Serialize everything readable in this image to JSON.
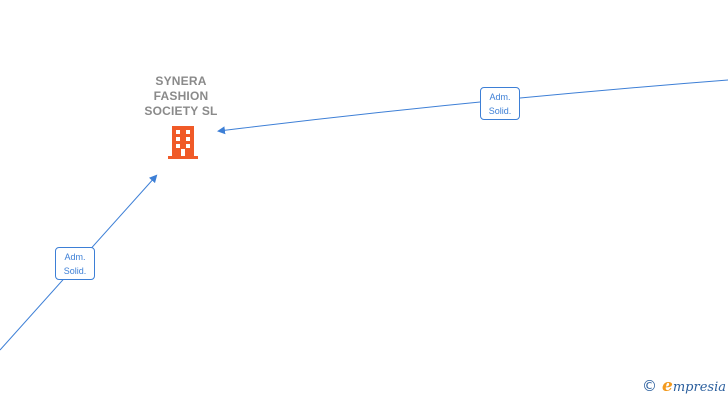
{
  "company": {
    "name": "SYNERA\nFASHION\nSOCIETY  SL",
    "icon": "building-icon",
    "icon_color": "#f05a28"
  },
  "relations": [
    {
      "label": "Adm.\nSolid."
    },
    {
      "label": "Adm.\nSolid."
    }
  ],
  "colors": {
    "edge": "#3d7fd6",
    "company_text": "#8a8a8a"
  },
  "watermark": {
    "symbol": "©",
    "brand_initial": "e",
    "brand_rest": "mpresia"
  }
}
